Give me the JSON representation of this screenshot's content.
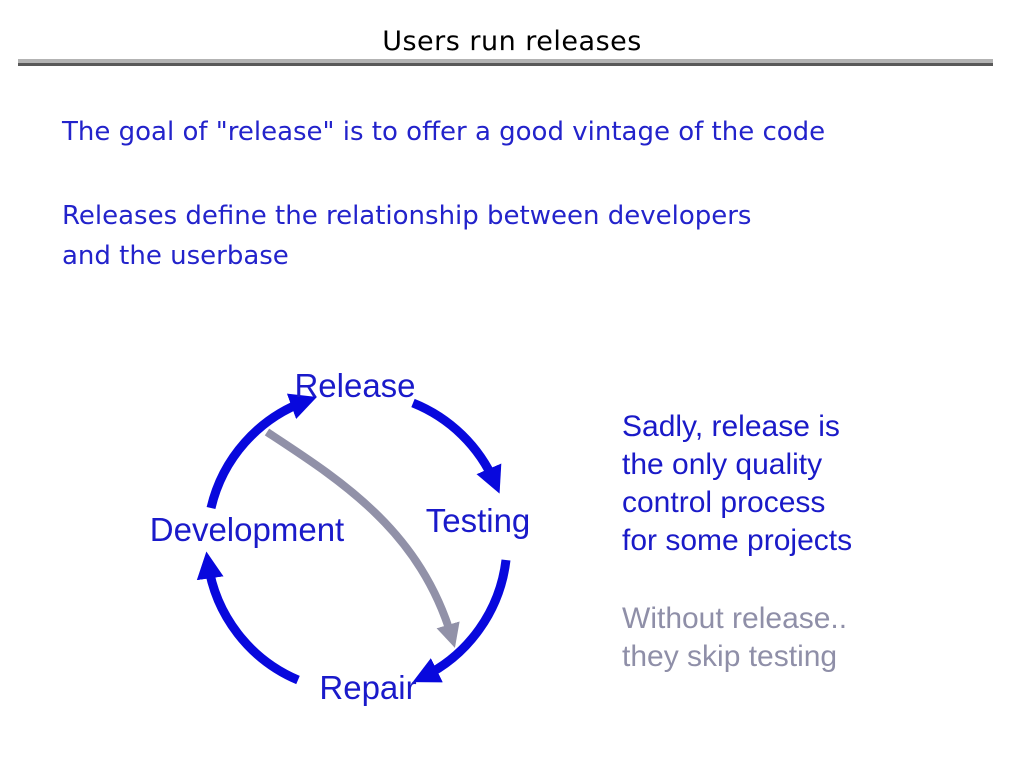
{
  "slide": {
    "title": "Users run releases",
    "paragraph1": "The goal of \"release\" is to offer a good vintage of the code",
    "paragraph2": "Releases define the relationship between developers\nand the userbase"
  },
  "diagram": {
    "type": "cycle",
    "nodes": [
      {
        "id": "release",
        "label": "Release",
        "position": "top"
      },
      {
        "id": "testing",
        "label": "Testing",
        "position": "right"
      },
      {
        "id": "repair",
        "label": "Repair",
        "position": "bottom"
      },
      {
        "id": "development",
        "label": "Development",
        "position": "left"
      }
    ],
    "cycle_order": [
      "Release",
      "Testing",
      "Repair",
      "Development"
    ],
    "shortcut_arrow": {
      "from": "Release",
      "to": "Repair",
      "meaning": "skip testing"
    },
    "colors": {
      "cycle_arrow_blue": "#0808dd",
      "shortcut_arrow_gray": "#9191a8",
      "node_label_blue": "#1a1aca"
    }
  },
  "side_notes": {
    "note1": "Sadly, release is\nthe only quality\ncontrol process\nfor some projects",
    "note1_color": "#1a1ac8",
    "note2": "Without release..\nthey skip testing",
    "note2_color": "#8f8fa8"
  },
  "colors": {
    "background": "#ffffff",
    "title_text": "#000000",
    "body_text_blue": "#2323cb",
    "rule_light": "#b3b3b3",
    "rule_dark": "#595959"
  }
}
